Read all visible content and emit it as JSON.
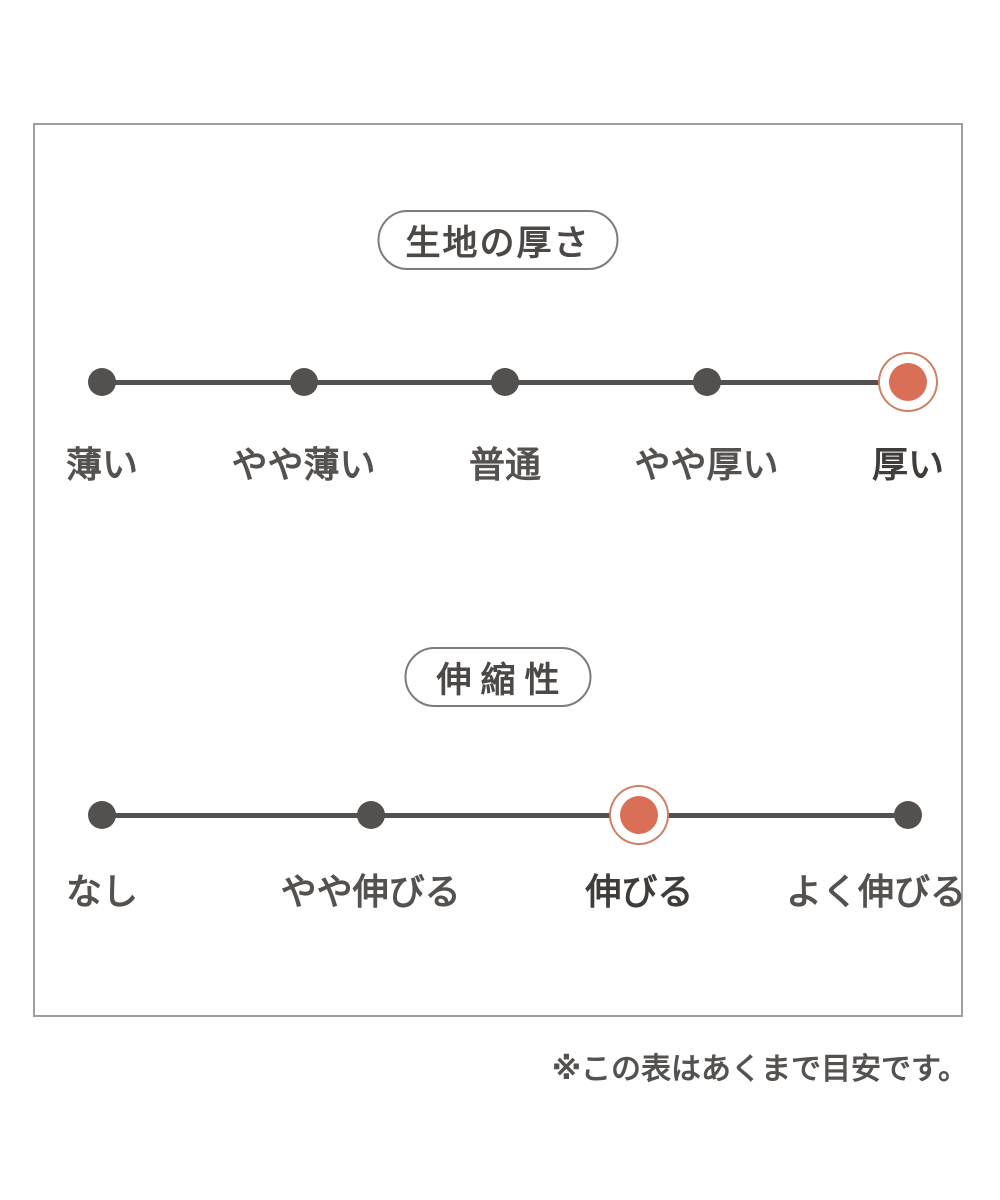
{
  "chart_data": [
    {
      "type": "line",
      "title": "生地の厚さ",
      "categories": [
        "薄い",
        "やや薄い",
        "普通",
        "やや厚い",
        "厚い"
      ],
      "selected_index": 4,
      "selected_label": "厚い",
      "num_points": 5,
      "legend_position": "none",
      "grid": false
    },
    {
      "type": "line",
      "title": "伸縮性",
      "categories": [
        "なし",
        "やや伸びる",
        "伸びる",
        "よく伸びる"
      ],
      "selected_index": 2,
      "selected_label": "伸びる",
      "num_points": 4,
      "legend_position": "none",
      "grid": false
    }
  ],
  "footnote": "※この表はあくまで目安です。",
  "colors": {
    "dot_dark": "#54504d",
    "accent_fill": "#d96f57",
    "accent_ring": "#cf8166",
    "label_text": "#55514e",
    "frame_border": "#9e9e9e",
    "pill_border": "#7c7c7c",
    "background": "#ffffff"
  }
}
